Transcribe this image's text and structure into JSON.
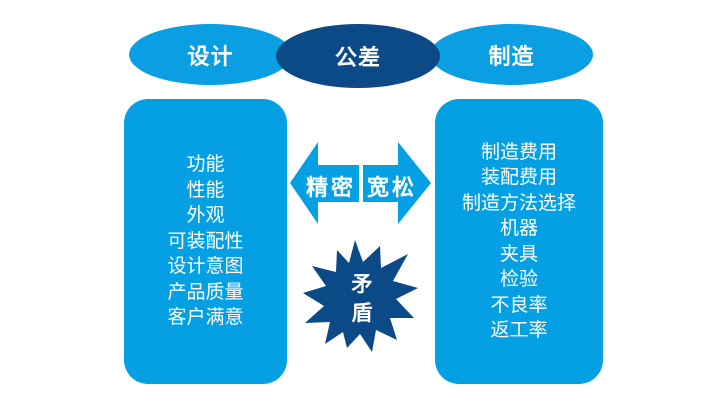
{
  "header": {
    "left_label": "设计",
    "center_label": "公差",
    "right_label": "制造"
  },
  "design_box": {
    "items": [
      "功能",
      "性能",
      "外观",
      "可装配性",
      "设计意图",
      "产品质量",
      "客户满意"
    ]
  },
  "manufacturing_box": {
    "items": [
      "制造费用",
      "装配费用",
      "制造方法选择",
      "机器",
      "夹具",
      "检验",
      "不良率",
      "返工率"
    ]
  },
  "arrows": {
    "left_label": "精密",
    "right_label": "宽松"
  },
  "conflict": {
    "line1": "矛",
    "line2": "盾"
  },
  "colors": {
    "light_blue": "#05A0E4",
    "navy": "#0B4A86",
    "text": "#FFFFFF"
  }
}
